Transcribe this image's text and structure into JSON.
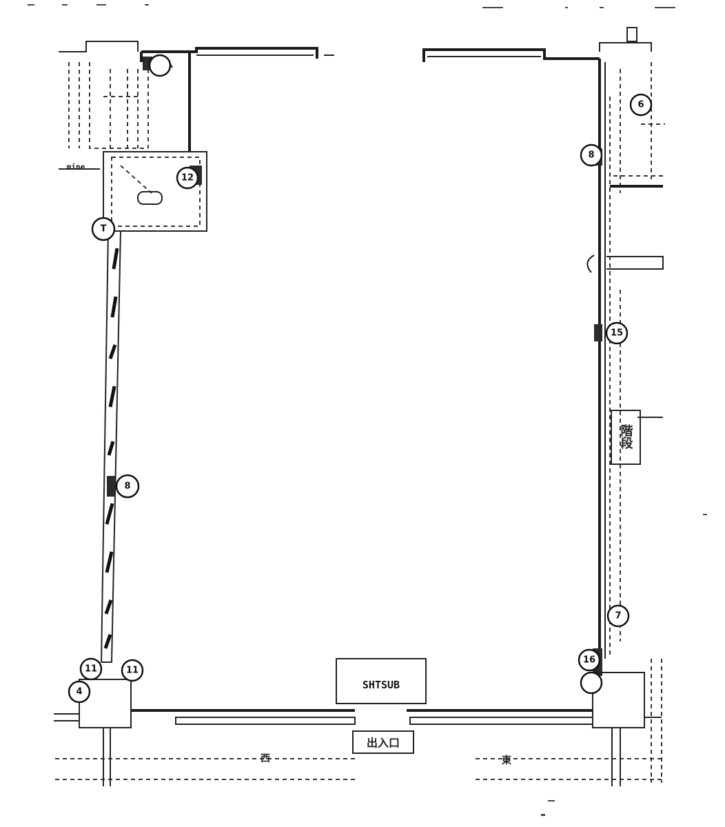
{
  "markers": [
    {
      "id": "marker-top-left",
      "text": ""
    },
    {
      "id": "marker-upper-room",
      "text": "12"
    },
    {
      "id": "marker-left-upper",
      "text": "T"
    },
    {
      "id": "marker-left-middle",
      "text": "8"
    },
    {
      "id": "marker-bottom-left-a",
      "text": "11"
    },
    {
      "id": "marker-bottom-left-b",
      "text": "11"
    },
    {
      "id": "marker-bottom-left-c",
      "text": "4"
    },
    {
      "id": "marker-right-top-corner",
      "text": "6"
    },
    {
      "id": "marker-right-upper",
      "text": "8"
    },
    {
      "id": "marker-right-middle",
      "text": "15"
    },
    {
      "id": "marker-right-lower",
      "text": "7"
    },
    {
      "id": "marker-bottom-right-a",
      "text": "16"
    },
    {
      "id": "marker-bottom-right-b",
      "text": ""
    }
  ],
  "labels": {
    "entrance_box": "SHTSUB",
    "entrance_sign": "出入口",
    "right_side_box": "階段",
    "bottom_left_mark": "西",
    "bottom_right_mark": "東",
    "top_left_scribble": "mine"
  }
}
